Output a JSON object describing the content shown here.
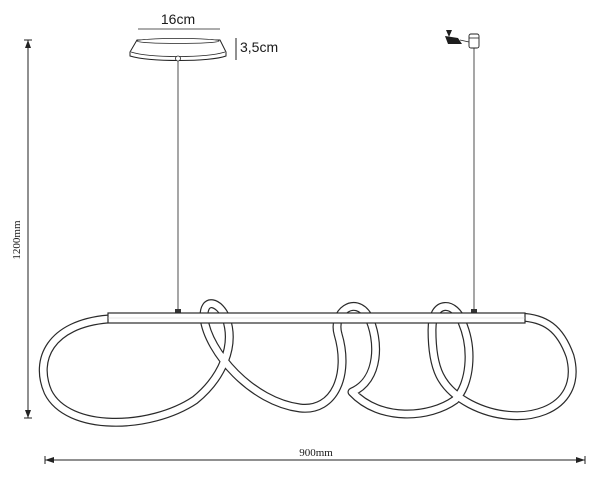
{
  "dimensions": {
    "canopy_width": "16cm",
    "canopy_height": "3,5cm",
    "total_height": "1200mm",
    "total_width": "900mm"
  }
}
